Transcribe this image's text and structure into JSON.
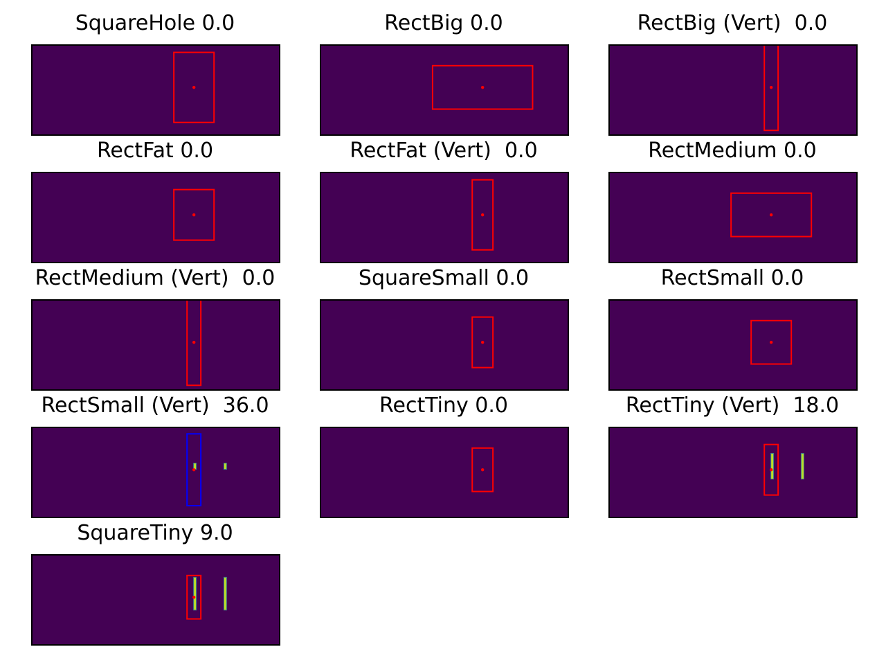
{
  "chart_data": {
    "type": "heatmap",
    "panel_count": 13,
    "image_background_color": "#440154",
    "highlight_color": "#bddf26",
    "box_colors": {
      "red": "#ff0000",
      "blue": "#0000ff"
    },
    "panels": [
      {
        "title": "SquareHole 0.0",
        "box": {
          "cx": 0.655,
          "cy": 0.47,
          "w": 0.163,
          "h": 0.79,
          "color": "red"
        },
        "center_dot": true,
        "highlights": []
      },
      {
        "title": "RectBig 0.0",
        "box": {
          "cx": 0.655,
          "cy": 0.47,
          "w": 0.406,
          "h": 0.49,
          "color": "red"
        },
        "center_dot": true,
        "highlights": []
      },
      {
        "title": "RectBig (Vert)  0.0",
        "box": {
          "cx": 0.655,
          "cy": 0.47,
          "w": 0.056,
          "h": 0.97,
          "color": "red"
        },
        "center_dot": true,
        "highlights": []
      },
      {
        "title": "RectFat 0.0",
        "box": {
          "cx": 0.655,
          "cy": 0.47,
          "w": 0.163,
          "h": 0.57,
          "color": "red"
        },
        "center_dot": true,
        "highlights": []
      },
      {
        "title": "RectFat (Vert)  0.0",
        "box": {
          "cx": 0.655,
          "cy": 0.47,
          "w": 0.084,
          "h": 0.79,
          "color": "red"
        },
        "center_dot": true,
        "highlights": []
      },
      {
        "title": "RectMedium 0.0",
        "box": {
          "cx": 0.655,
          "cy": 0.47,
          "w": 0.326,
          "h": 0.49,
          "color": "red"
        },
        "center_dot": true,
        "highlights": []
      },
      {
        "title": "RectMedium (Vert)  0.0",
        "box": {
          "cx": 0.655,
          "cy": 0.47,
          "w": 0.056,
          "h": 0.97,
          "color": "red"
        },
        "center_dot": true,
        "highlights": []
      },
      {
        "title": "SquareSmall 0.0",
        "box": {
          "cx": 0.655,
          "cy": 0.47,
          "w": 0.084,
          "h": 0.57,
          "color": "red"
        },
        "center_dot": true,
        "highlights": []
      },
      {
        "title": "RectSmall 0.0",
        "box": {
          "cx": 0.655,
          "cy": 0.47,
          "w": 0.163,
          "h": 0.49,
          "color": "red"
        },
        "center_dot": true,
        "highlights": []
      },
      {
        "title": "RectSmall (Vert)  36.0",
        "box": {
          "cx": 0.655,
          "cy": 0.47,
          "w": 0.056,
          "h": 0.81,
          "color": "blue"
        },
        "center_dot": true,
        "highlights": [
          {
            "cx": 0.659,
            "cy": 0.43,
            "w": 0.011,
            "h": 0.07
          },
          {
            "cx": 0.782,
            "cy": 0.43,
            "w": 0.011,
            "h": 0.07
          }
        ]
      },
      {
        "title": "RectTiny 0.0",
        "box": {
          "cx": 0.655,
          "cy": 0.47,
          "w": 0.084,
          "h": 0.49,
          "color": "red"
        },
        "center_dot": true,
        "highlights": []
      },
      {
        "title": "RectTiny (Vert)  18.0",
        "box": {
          "cx": 0.655,
          "cy": 0.47,
          "w": 0.056,
          "h": 0.57,
          "color": "red"
        },
        "center_dot": true,
        "highlights": [
          {
            "cx": 0.659,
            "cy": 0.43,
            "w": 0.011,
            "h": 0.29
          },
          {
            "cx": 0.782,
            "cy": 0.43,
            "w": 0.011,
            "h": 0.29
          }
        ]
      },
      {
        "title": "SquareTiny 9.0",
        "box": {
          "cx": 0.655,
          "cy": 0.47,
          "w": 0.056,
          "h": 0.49,
          "color": "red"
        },
        "center_dot": true,
        "highlights": [
          {
            "cx": 0.659,
            "cy": 0.43,
            "w": 0.011,
            "h": 0.37
          },
          {
            "cx": 0.782,
            "cy": 0.43,
            "w": 0.011,
            "h": 0.37
          }
        ]
      }
    ]
  }
}
